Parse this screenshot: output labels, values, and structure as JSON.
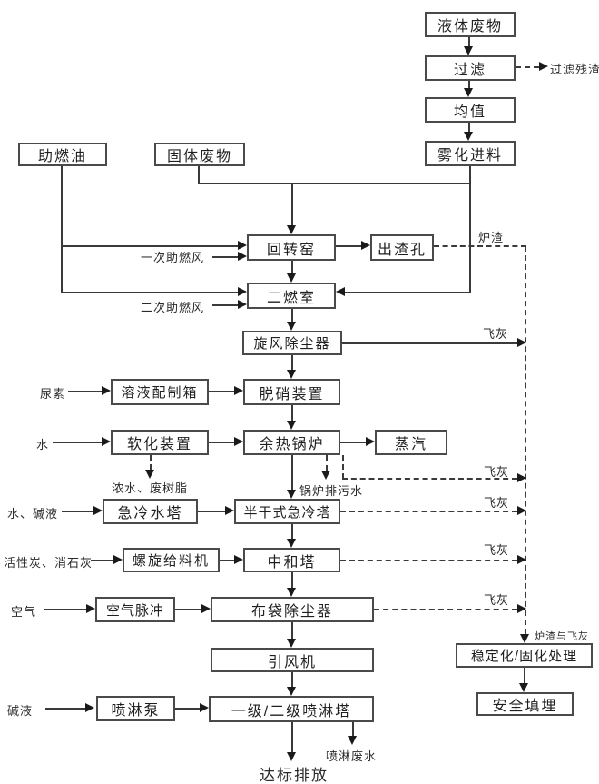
{
  "diagram": {
    "nodes": {
      "liquid_waste": {
        "label": "液体废物"
      },
      "filter": {
        "label": "过滤"
      },
      "homogenize": {
        "label": "均值"
      },
      "atomized_feed": {
        "label": "雾化进料"
      },
      "aux_fuel_oil": {
        "label": "助燃油"
      },
      "solid_waste": {
        "label": "固体废物"
      },
      "rotary_kiln": {
        "label": "回转窑"
      },
      "slag_outlet": {
        "label": "出渣孔"
      },
      "secondary_chamber": {
        "label": "二燃室"
      },
      "cyclone": {
        "label": "旋风除尘器"
      },
      "solution_tank": {
        "label": "溶液配制箱"
      },
      "denitration": {
        "label": "脱硝装置"
      },
      "softening": {
        "label": "软化装置"
      },
      "waste_heat_boiler": {
        "label": "余热锅炉"
      },
      "steam": {
        "label": "蒸汽"
      },
      "quench_water_tower": {
        "label": "急冷水塔"
      },
      "semi_dry_quench": {
        "label": "半干式急冷塔"
      },
      "screw_feeder": {
        "label": "螺旋给料机"
      },
      "neutralization_tower": {
        "label": "中和塔"
      },
      "air_pulse": {
        "label": "空气脉冲"
      },
      "bag_filter": {
        "label": "布袋除尘器"
      },
      "induced_draft_fan": {
        "label": "引风机"
      },
      "spray_pump": {
        "label": "喷淋泵"
      },
      "spray_tower": {
        "label": "一级/二级喷淋塔"
      },
      "stabilization": {
        "label": "稳定化/固化处理"
      },
      "safe_landfill": {
        "label": "安全填埋"
      }
    },
    "inputs": {
      "urea": "尿素",
      "water": "水",
      "water_alkali": "水、碱液",
      "activated_carbon_lime": "活性炭、消石灰",
      "air": "空气",
      "alkali": "碱液",
      "primary_air": "一次助燃风",
      "secondary_air": "二次助燃风"
    },
    "labels": {
      "filter_residue": "过滤残渣",
      "slag": "炉渣",
      "fly_ash": "飞灰",
      "conc_water_resin": "浓水、废树脂",
      "boiler_blowdown": "锅炉排污水",
      "slag_and_fly_ash": "炉渣与飞灰",
      "spray_wastewater": "喷淋废水",
      "discharge": "达标排放"
    },
    "colors": {
      "line": "#3a3a3a",
      "box_border": "#4a4a4a",
      "box_fill": "#ffffff",
      "text": "#1f1f1f",
      "background": "#ffffff"
    }
  }
}
